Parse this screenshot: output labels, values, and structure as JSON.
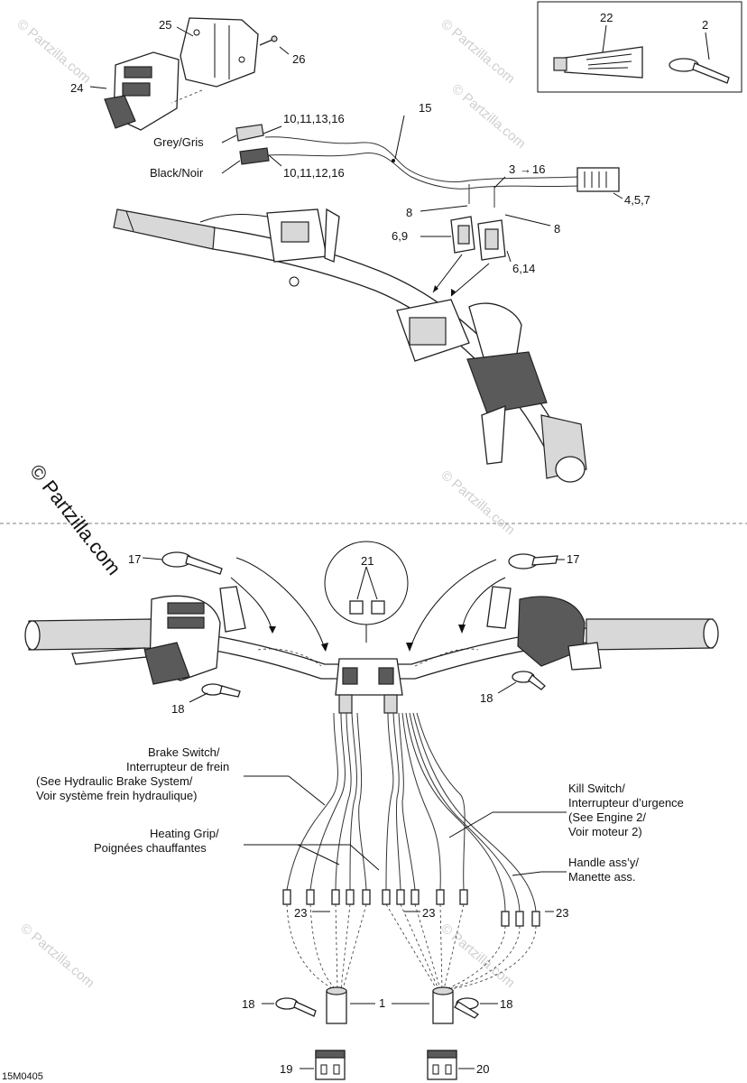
{
  "watermarks": {
    "small": "© Partzilla.com",
    "large": "© Partzilla.com"
  },
  "diagram_code": "15M0405",
  "callouts": {
    "c1": "1",
    "c2": "2",
    "c3_16": "3",
    "c3_16_end": "16",
    "c4_5_7": "4,5,7",
    "c6_9": "6,9",
    "c6_14": "6,14",
    "c8a": "8",
    "c8b": "8",
    "c10_11_13_16": "10,11,13,16",
    "c10_11_12_16": "10,11,12,16",
    "c15": "15",
    "c17a": "17",
    "c17b": "17",
    "c18a": "18",
    "c18b": "18",
    "c18c": "18",
    "c18d": "18",
    "c19": "19",
    "c20": "20",
    "c21": "21",
    "c22": "22",
    "c23a": "23",
    "c23b": "23",
    "c23c": "23",
    "c24": "24",
    "c25": "25",
    "c26": "26"
  },
  "wire_labels": {
    "grey": "Grey/Gris",
    "black": "Black/Noir"
  },
  "notes": {
    "brake_l1": "Brake Switch/",
    "brake_l2": "Interrupteur de frein",
    "brake_l3": "(See Hydraulic Brake System/",
    "brake_l4": "Voir système frein hydraulique)",
    "heat_l1": "Heating Grip/",
    "heat_l2": "Poignées chauffantes",
    "kill_l1": "Kill Switch/",
    "kill_l2": "Interrupteur d’urgence",
    "kill_l3": "(See Engine 2/",
    "kill_l4": "Voir moteur 2)",
    "handle_l1": "Handle ass’y/",
    "handle_l2": "Manette ass."
  },
  "colors": {
    "line": "#111111",
    "watermark": "#cfcfcf",
    "fill_grey": "#d8d8d8"
  }
}
